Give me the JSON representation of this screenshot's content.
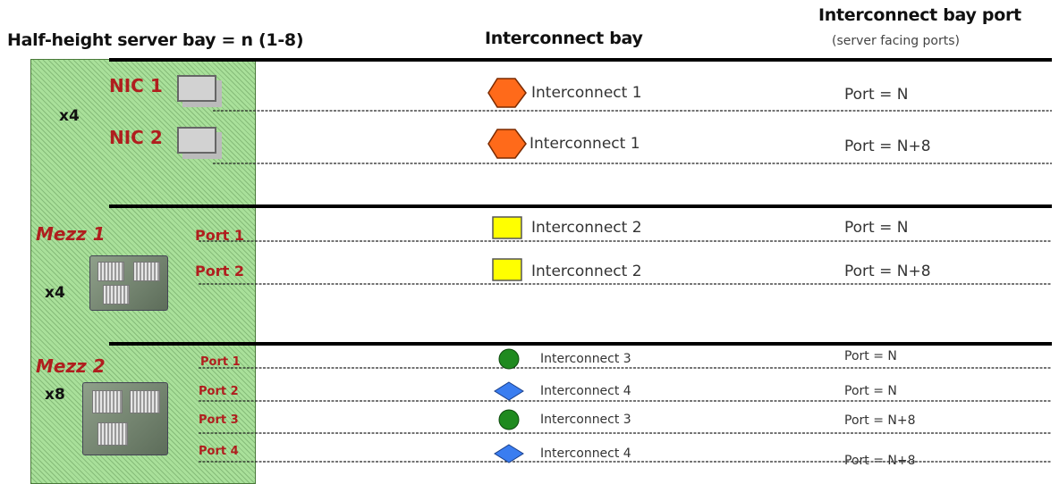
{
  "headers": {
    "server_bay": "Half-height server bay = n (1-8)",
    "interconnect_bay": "Interconnect bay",
    "interconnect_port": "Interconnect bay port",
    "interconnect_port_sub": "(server facing ports)"
  },
  "nic_section": {
    "multiplier": "x4",
    "nic1": "NIC 1",
    "nic2": "NIC 2",
    "rows": [
      {
        "shape": "hexagon-icon",
        "color": "#ff6a1a",
        "interconnect": "Interconnect 1",
        "port": "Port = N"
      },
      {
        "shape": "hexagon-icon",
        "color": "#ff6a1a",
        "interconnect": "Interconnect 1",
        "port": "Port = N+8"
      }
    ]
  },
  "mezz1_section": {
    "title": "Mezz 1",
    "multiplier": "x4",
    "port1": "Port 1",
    "port2": "Port 2",
    "rows": [
      {
        "shape": "square-icon",
        "color": "#ffff00",
        "interconnect": "Interconnect 2",
        "port": "Port = N"
      },
      {
        "shape": "square-icon",
        "color": "#ffff00",
        "interconnect": "Interconnect 2",
        "port": "Port = N+8"
      }
    ]
  },
  "mezz2_section": {
    "title": "Mezz 2",
    "multiplier": "x8",
    "port1": "Port 1",
    "port2": "Port 2",
    "port3": "Port 3",
    "port4": "Port 4",
    "rows": [
      {
        "shape": "circle-icon",
        "color": "#1f8a1f",
        "interconnect": "Interconnect 3",
        "port": "Port = N"
      },
      {
        "shape": "diamond-icon",
        "color": "#3a7df0",
        "interconnect": "Interconnect 4",
        "port": "Port = N"
      },
      {
        "shape": "circle-icon",
        "color": "#1f8a1f",
        "interconnect": "Interconnect 3",
        "port": "Port = N+8"
      },
      {
        "shape": "diamond-icon",
        "color": "#3a7df0",
        "interconnect": "Interconnect 4",
        "port": "Port = N+8"
      }
    ]
  }
}
